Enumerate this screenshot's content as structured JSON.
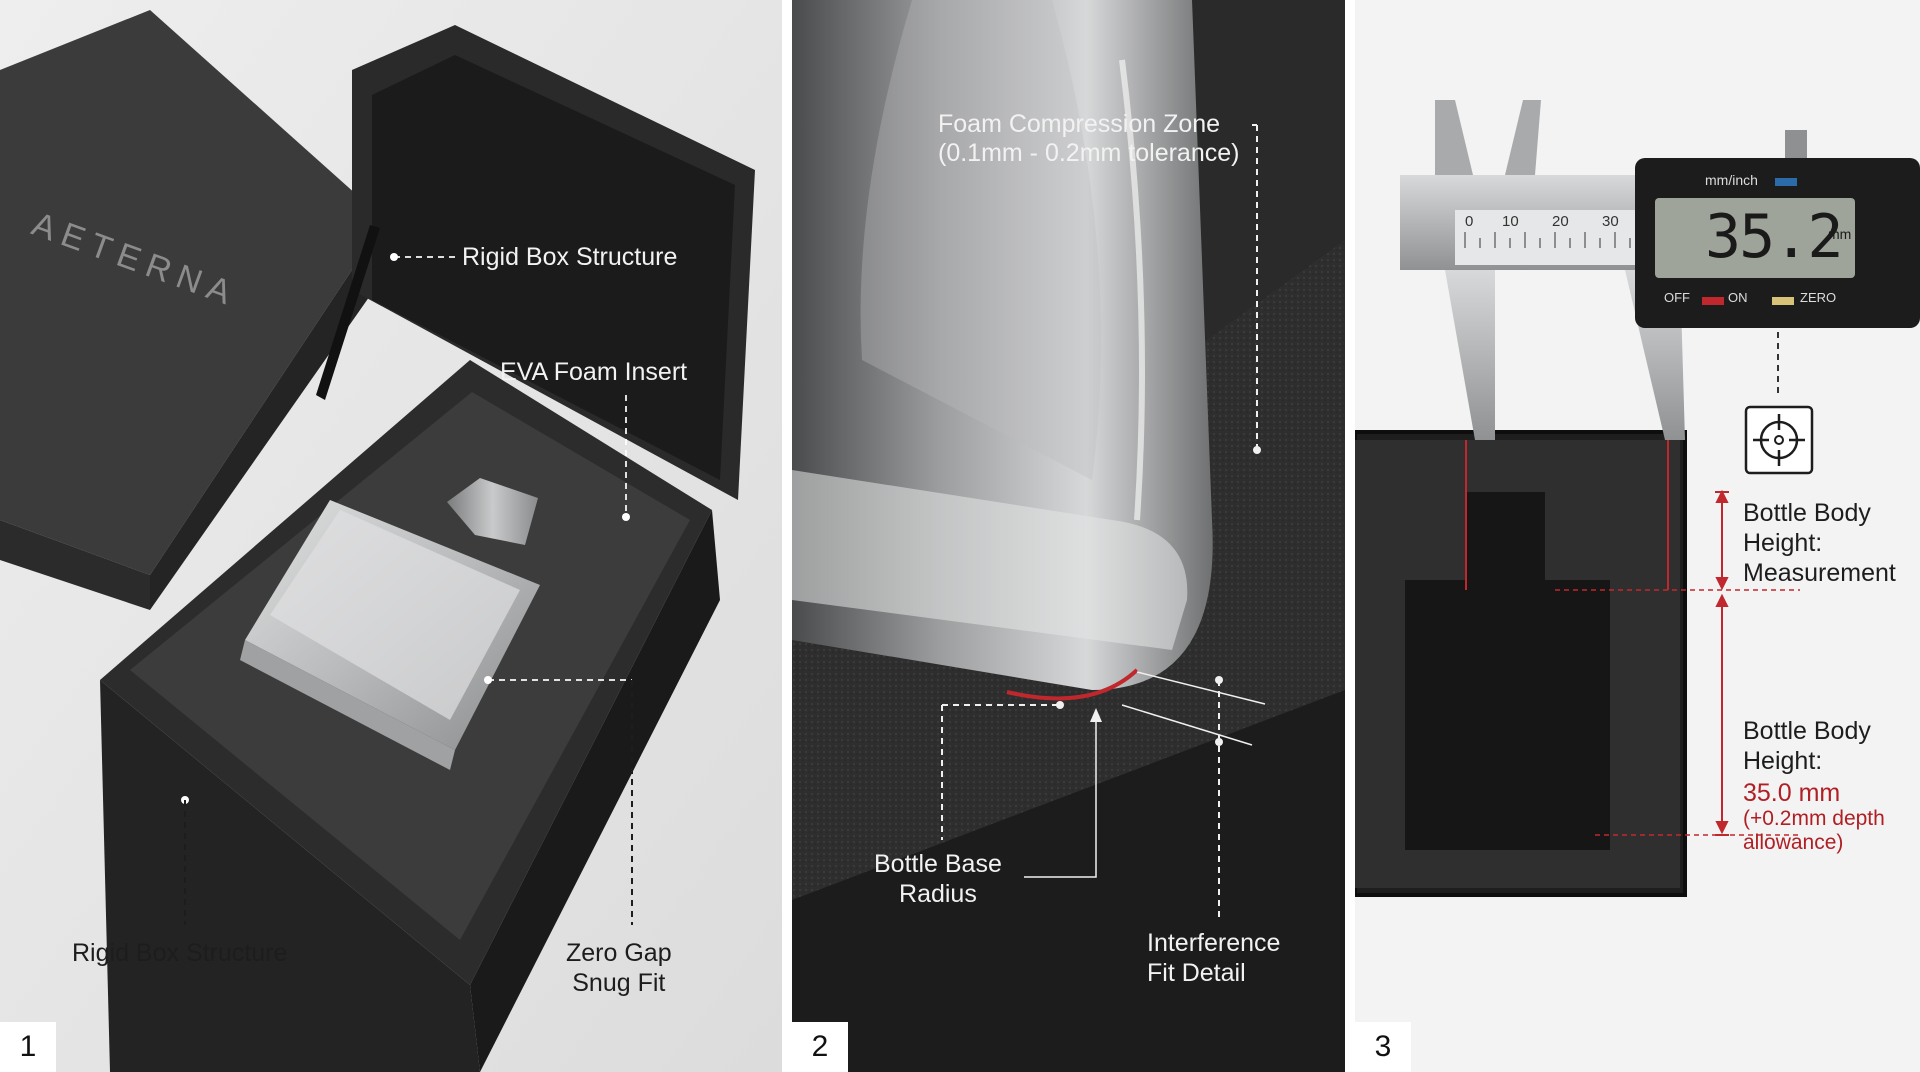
{
  "panels": [
    {
      "number": "1",
      "brand": "AETERNA",
      "labels": {
        "rigid_top": "Rigid Box Structure",
        "eva": "EVA Foam Insert",
        "rigid_bottom": "Rigid Box Structure",
        "zero_gap": "Zero Gap\nSnug Fit"
      }
    },
    {
      "number": "2",
      "labels": {
        "compression_zone": "Foam Compression Zone\n(0.1mm - 0.2mm tolerance)",
        "base_radius": "Bottle Base\nRadius",
        "interference": "Interference\nFit Detail"
      }
    },
    {
      "number": "3",
      "caliper": {
        "unit_label": "mm/inch",
        "reading": "35.2",
        "reading_unit": "mm",
        "off_label": "OFF",
        "on_label": "ON",
        "zero_label": "ZERO",
        "scale_numbers": [
          "0",
          "10",
          "20",
          "30"
        ]
      },
      "labels": {
        "measure_title": "Bottle Body\nHeight:\nMeasurement",
        "height_title": "Bottle Body\nHeight:",
        "height_value": "35.0 mm",
        "depth_note": "(+0.2mm depth\nallowance)"
      },
      "icons": [
        "target-icon"
      ],
      "colors": {
        "accent_red": "#b01f24"
      }
    }
  ]
}
